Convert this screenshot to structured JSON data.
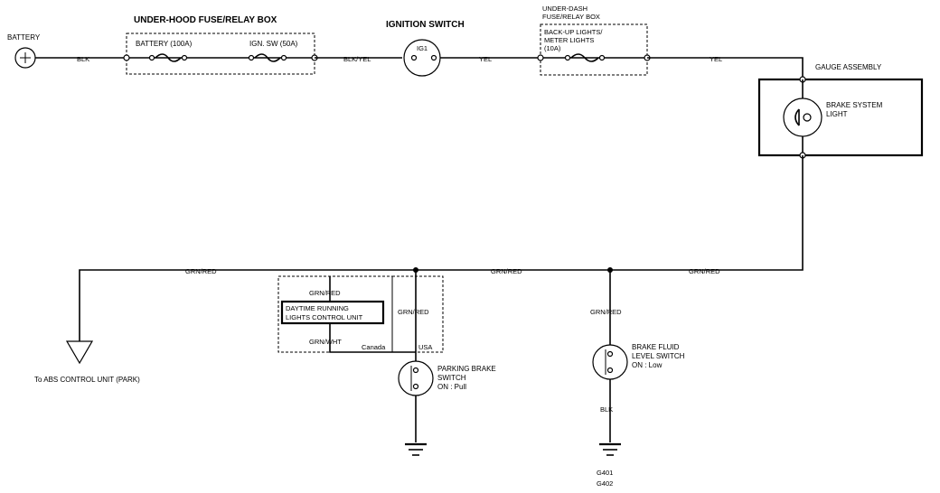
{
  "labels": {
    "battery": "BATTERY",
    "underhood_box": "UNDER-HOOD FUSE/RELAY BOX",
    "fuse_battery": "BATTERY  (100A)",
    "fuse_ign": "IGN. SW  (50A)",
    "ignition_switch": "IGNITION SWITCH",
    "ignition_terminal": "IG1",
    "underdash_box_1": "UNDER-DASH",
    "underdash_box_2": "FUSE/RELAY BOX",
    "fuse_backup_1": "BACK-UP LIGHTS/",
    "fuse_backup_2": "METER LIGHTS",
    "fuse_backup_3": "(10A)",
    "gauge_assembly": "GAUGE ASSEMBLY",
    "brake_light_1": "BRAKE SYSTEM",
    "brake_light_2": "LIGHT",
    "drl_1": "DAYTIME RUNNING",
    "drl_2": "LIGHTS CONTROL UNIT",
    "canada": "Canada",
    "usa": "USA",
    "parking_switch_1": "PARKING BRAKE",
    "parking_switch_2": "SWITCH",
    "parking_switch_3": "ON : Pull",
    "fluid_switch_1": "BRAKE FLUID",
    "fluid_switch_2": "LEVEL SWITCH",
    "fluid_switch_3": "ON : Low",
    "abs": "To ABS CONTROL UNIT  (PARK)",
    "g401": "G401",
    "g402": "G402"
  },
  "wires": {
    "blk_1": "BLK",
    "blk_yel": "BLK/YEL",
    "yel_1": "YEL",
    "yel_2": "YEL",
    "grn_red_left": "GRN/RED",
    "grn_red_mid": "GRN/RED",
    "grn_red_right": "GRN/RED",
    "grn_red_drl": "GRN/RED",
    "grn_wht_drl": "GRN/WHT",
    "grn_red_park": "GRN/RED",
    "grn_red_fluid": "GRN/RED",
    "blk_fluid": "BLK"
  }
}
